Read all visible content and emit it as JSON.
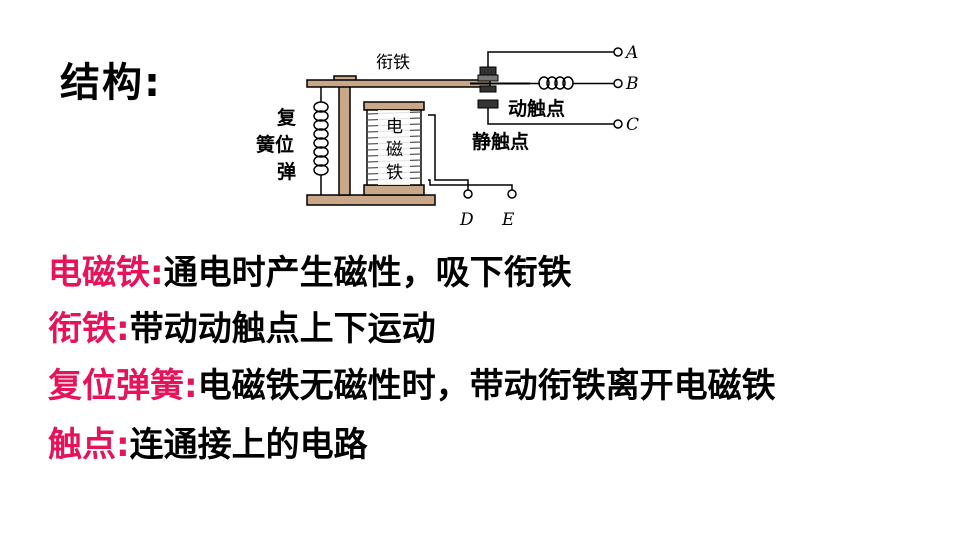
{
  "title": "结构:",
  "colors": {
    "term": "#e6125a",
    "desc": "#000000",
    "metal": "#c9a88a",
    "contact": "#333333"
  },
  "diagram": {
    "label_armature": "衔铁",
    "label_coil": [
      "电",
      "磁",
      "铁"
    ],
    "label_spring": [
      "复",
      "簧位",
      "弹"
    ],
    "label_moving_contact": "动触点",
    "label_static_contact": "静触点",
    "terminals": [
      "A",
      "B",
      "C",
      "D",
      "E"
    ]
  },
  "rows": [
    {
      "term": "电磁铁:",
      "desc": "通电时产生磁性，吸下衔铁"
    },
    {
      "term": "衔铁:",
      "desc": "带动动触点上下运动"
    },
    {
      "term": "复位弹簧:",
      "desc": "电磁铁无磁性时，带动衔铁离开电磁铁"
    },
    {
      "term": "触点:",
      "desc": "连通接上的电路"
    }
  ]
}
